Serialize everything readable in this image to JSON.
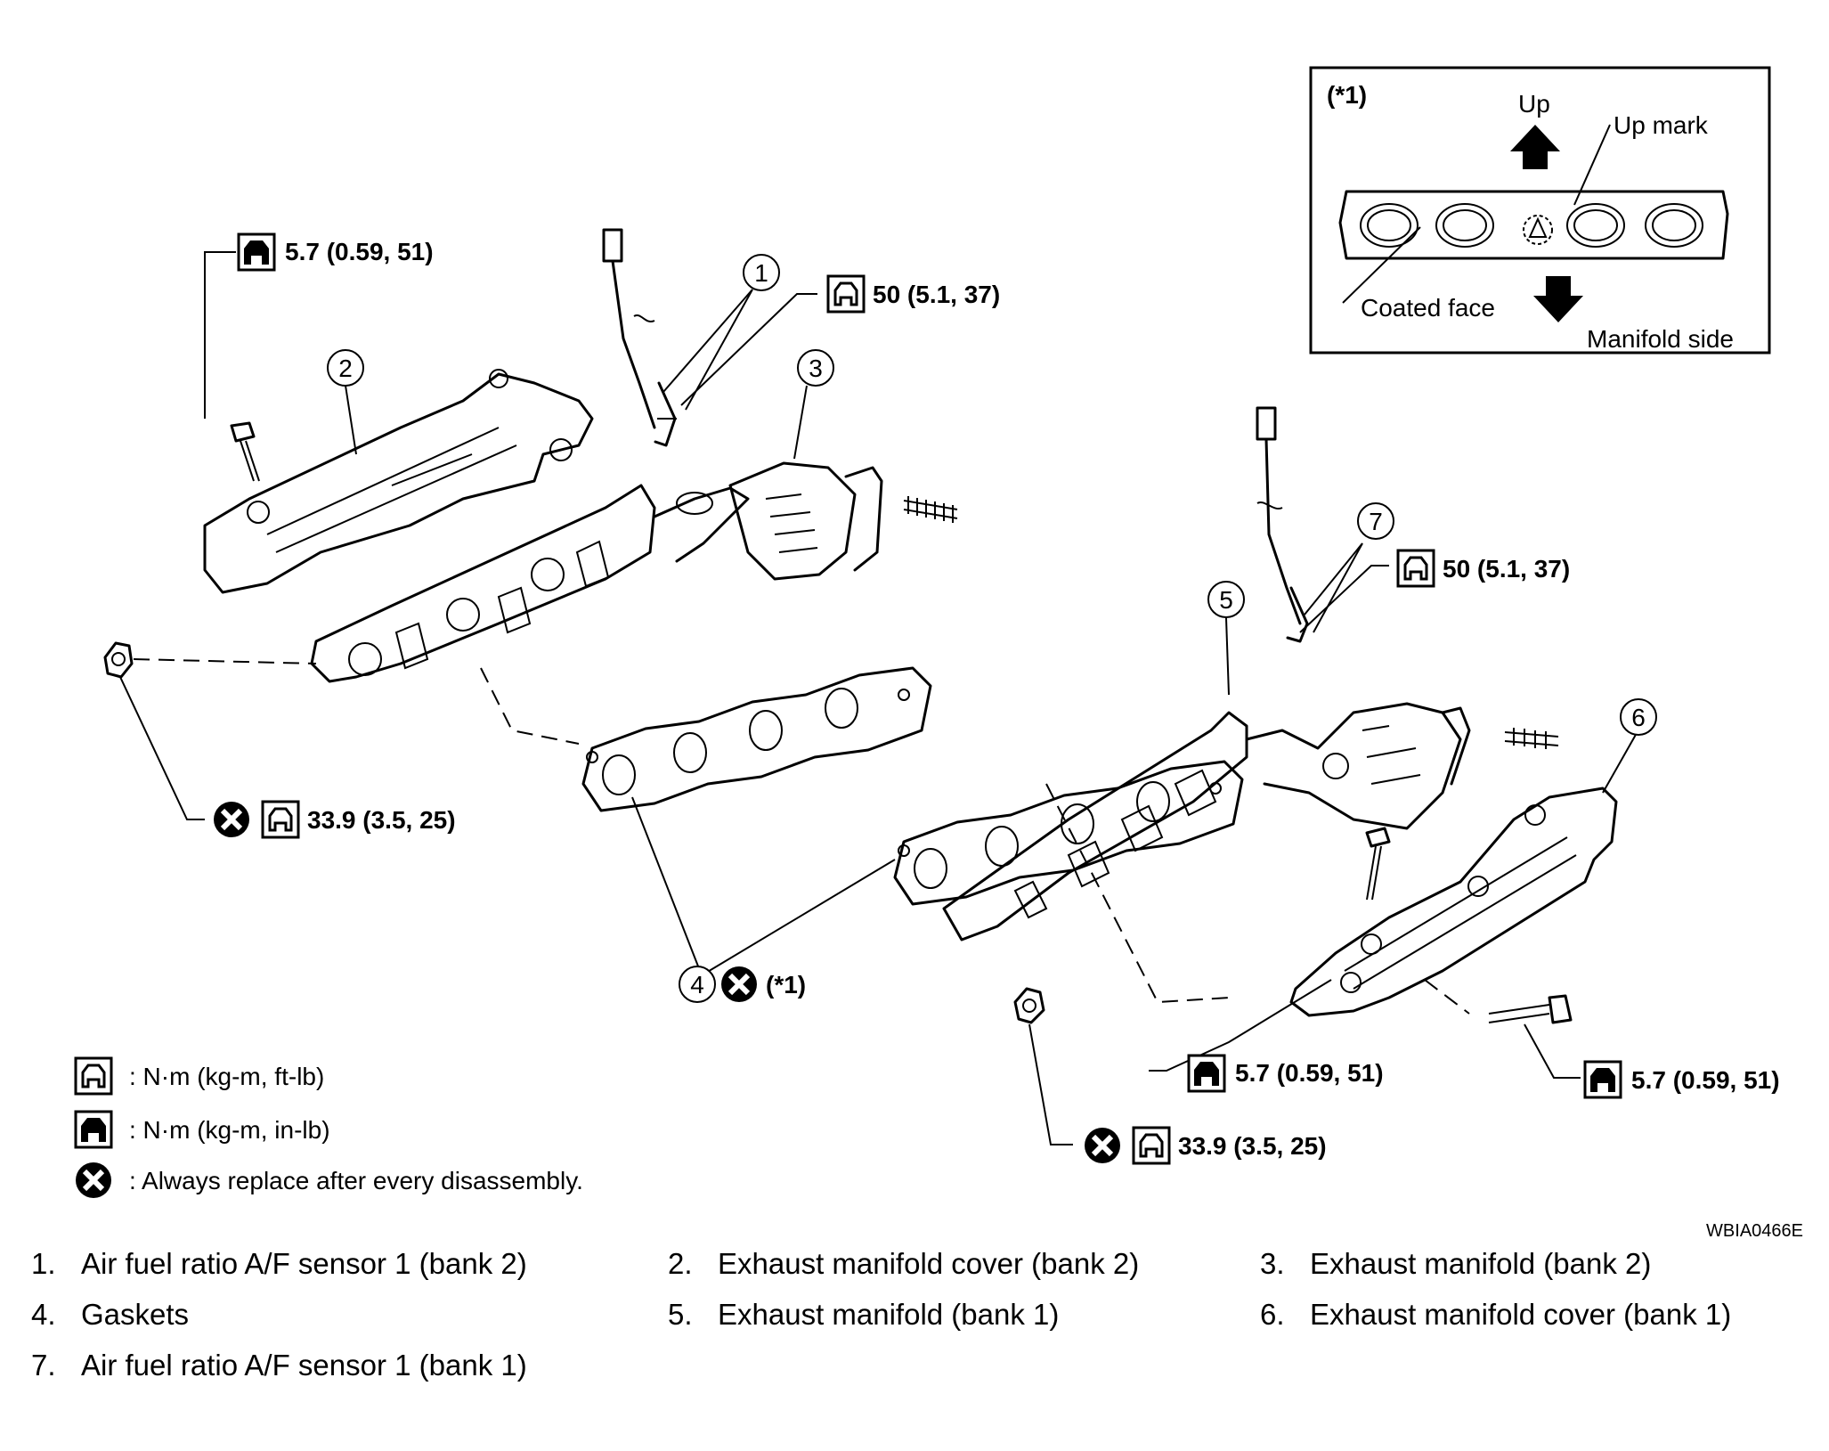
{
  "inset": {
    "ref": "(*1)",
    "up": "Up",
    "up_mark": "Up mark",
    "coated_face": "Coated face",
    "manifold_side": "Manifold side"
  },
  "callouts": {
    "c1": "1",
    "c2": "2",
    "c3": "3",
    "c4": "4",
    "c5": "5",
    "c6": "6",
    "c7": "7",
    "c4_ref": "(*1)"
  },
  "torques": {
    "t_cover2_bolt": "5.7 (0.59, 51)",
    "t_sensor2": "50 (5.1, 37)",
    "t_nut_left": "33.9 (3.5, 25)",
    "t_sensor1": "50 (5.1, 37)",
    "t_mid_bolt": "5.7 (0.59, 51)",
    "t_cover1_bolt": "5.7 (0.59, 51)",
    "t_nut_right": "33.9 (3.5, 25)"
  },
  "symbol_legend": {
    "nm_ftlb": ": N·m (kg-m, ft-lb)",
    "nm_inlb": ": N·m (kg-m, in-lb)",
    "replace": ": Always replace after every disassembly."
  },
  "figure_code": "WBIA0466E",
  "parts": [
    {
      "num": "1.",
      "name": "Air fuel ratio A/F sensor 1 (bank 2)"
    },
    {
      "num": "2.",
      "name": "Exhaust manifold cover (bank 2)"
    },
    {
      "num": "3.",
      "name": "Exhaust manifold (bank 2)"
    },
    {
      "num": "4.",
      "name": "Gaskets"
    },
    {
      "num": "5.",
      "name": "Exhaust manifold (bank 1)"
    },
    {
      "num": "6.",
      "name": "Exhaust manifold cover (bank 1)"
    },
    {
      "num": "7.",
      "name": "Air fuel ratio A/F sensor 1 (bank 1)"
    }
  ]
}
